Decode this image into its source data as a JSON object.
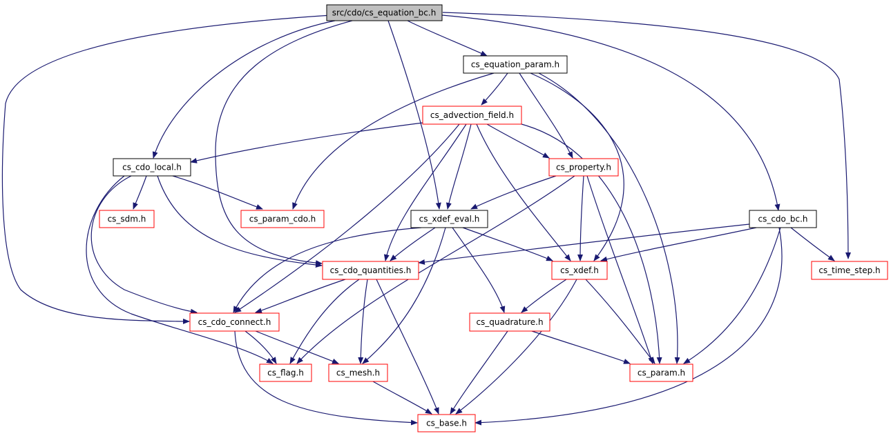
{
  "graph": {
    "edge_color": "#191970",
    "nodes": [
      {
        "id": "root",
        "label": "src/cdo/cs_equation_bc.h",
        "border": "root"
      },
      {
        "id": "equation_param",
        "label": "cs_equation_param.h",
        "border": "black"
      },
      {
        "id": "advection_field",
        "label": "cs_advection_field.h",
        "border": "red"
      },
      {
        "id": "cdo_local",
        "label": "cs_cdo_local.h",
        "border": "black"
      },
      {
        "id": "property",
        "label": "cs_property.h",
        "border": "red"
      },
      {
        "id": "sdm",
        "label": "cs_sdm.h",
        "border": "red"
      },
      {
        "id": "param_cdo",
        "label": "cs_param_cdo.h",
        "border": "red"
      },
      {
        "id": "xdef_eval",
        "label": "cs_xdef_eval.h",
        "border": "black"
      },
      {
        "id": "cdo_bc",
        "label": "cs_cdo_bc.h",
        "border": "black"
      },
      {
        "id": "cdo_quantities",
        "label": "cs_cdo_quantities.h",
        "border": "red"
      },
      {
        "id": "xdef",
        "label": "cs_xdef.h",
        "border": "red"
      },
      {
        "id": "time_step",
        "label": "cs_time_step.h",
        "border": "red"
      },
      {
        "id": "cdo_connect",
        "label": "cs_cdo_connect.h",
        "border": "red"
      },
      {
        "id": "quadrature",
        "label": "cs_quadrature.h",
        "border": "red"
      },
      {
        "id": "flag",
        "label": "cs_flag.h",
        "border": "red"
      },
      {
        "id": "mesh",
        "label": "cs_mesh.h",
        "border": "red"
      },
      {
        "id": "param",
        "label": "cs_param.h",
        "border": "red"
      },
      {
        "id": "base",
        "label": "cs_base.h",
        "border": "red"
      }
    ]
  }
}
